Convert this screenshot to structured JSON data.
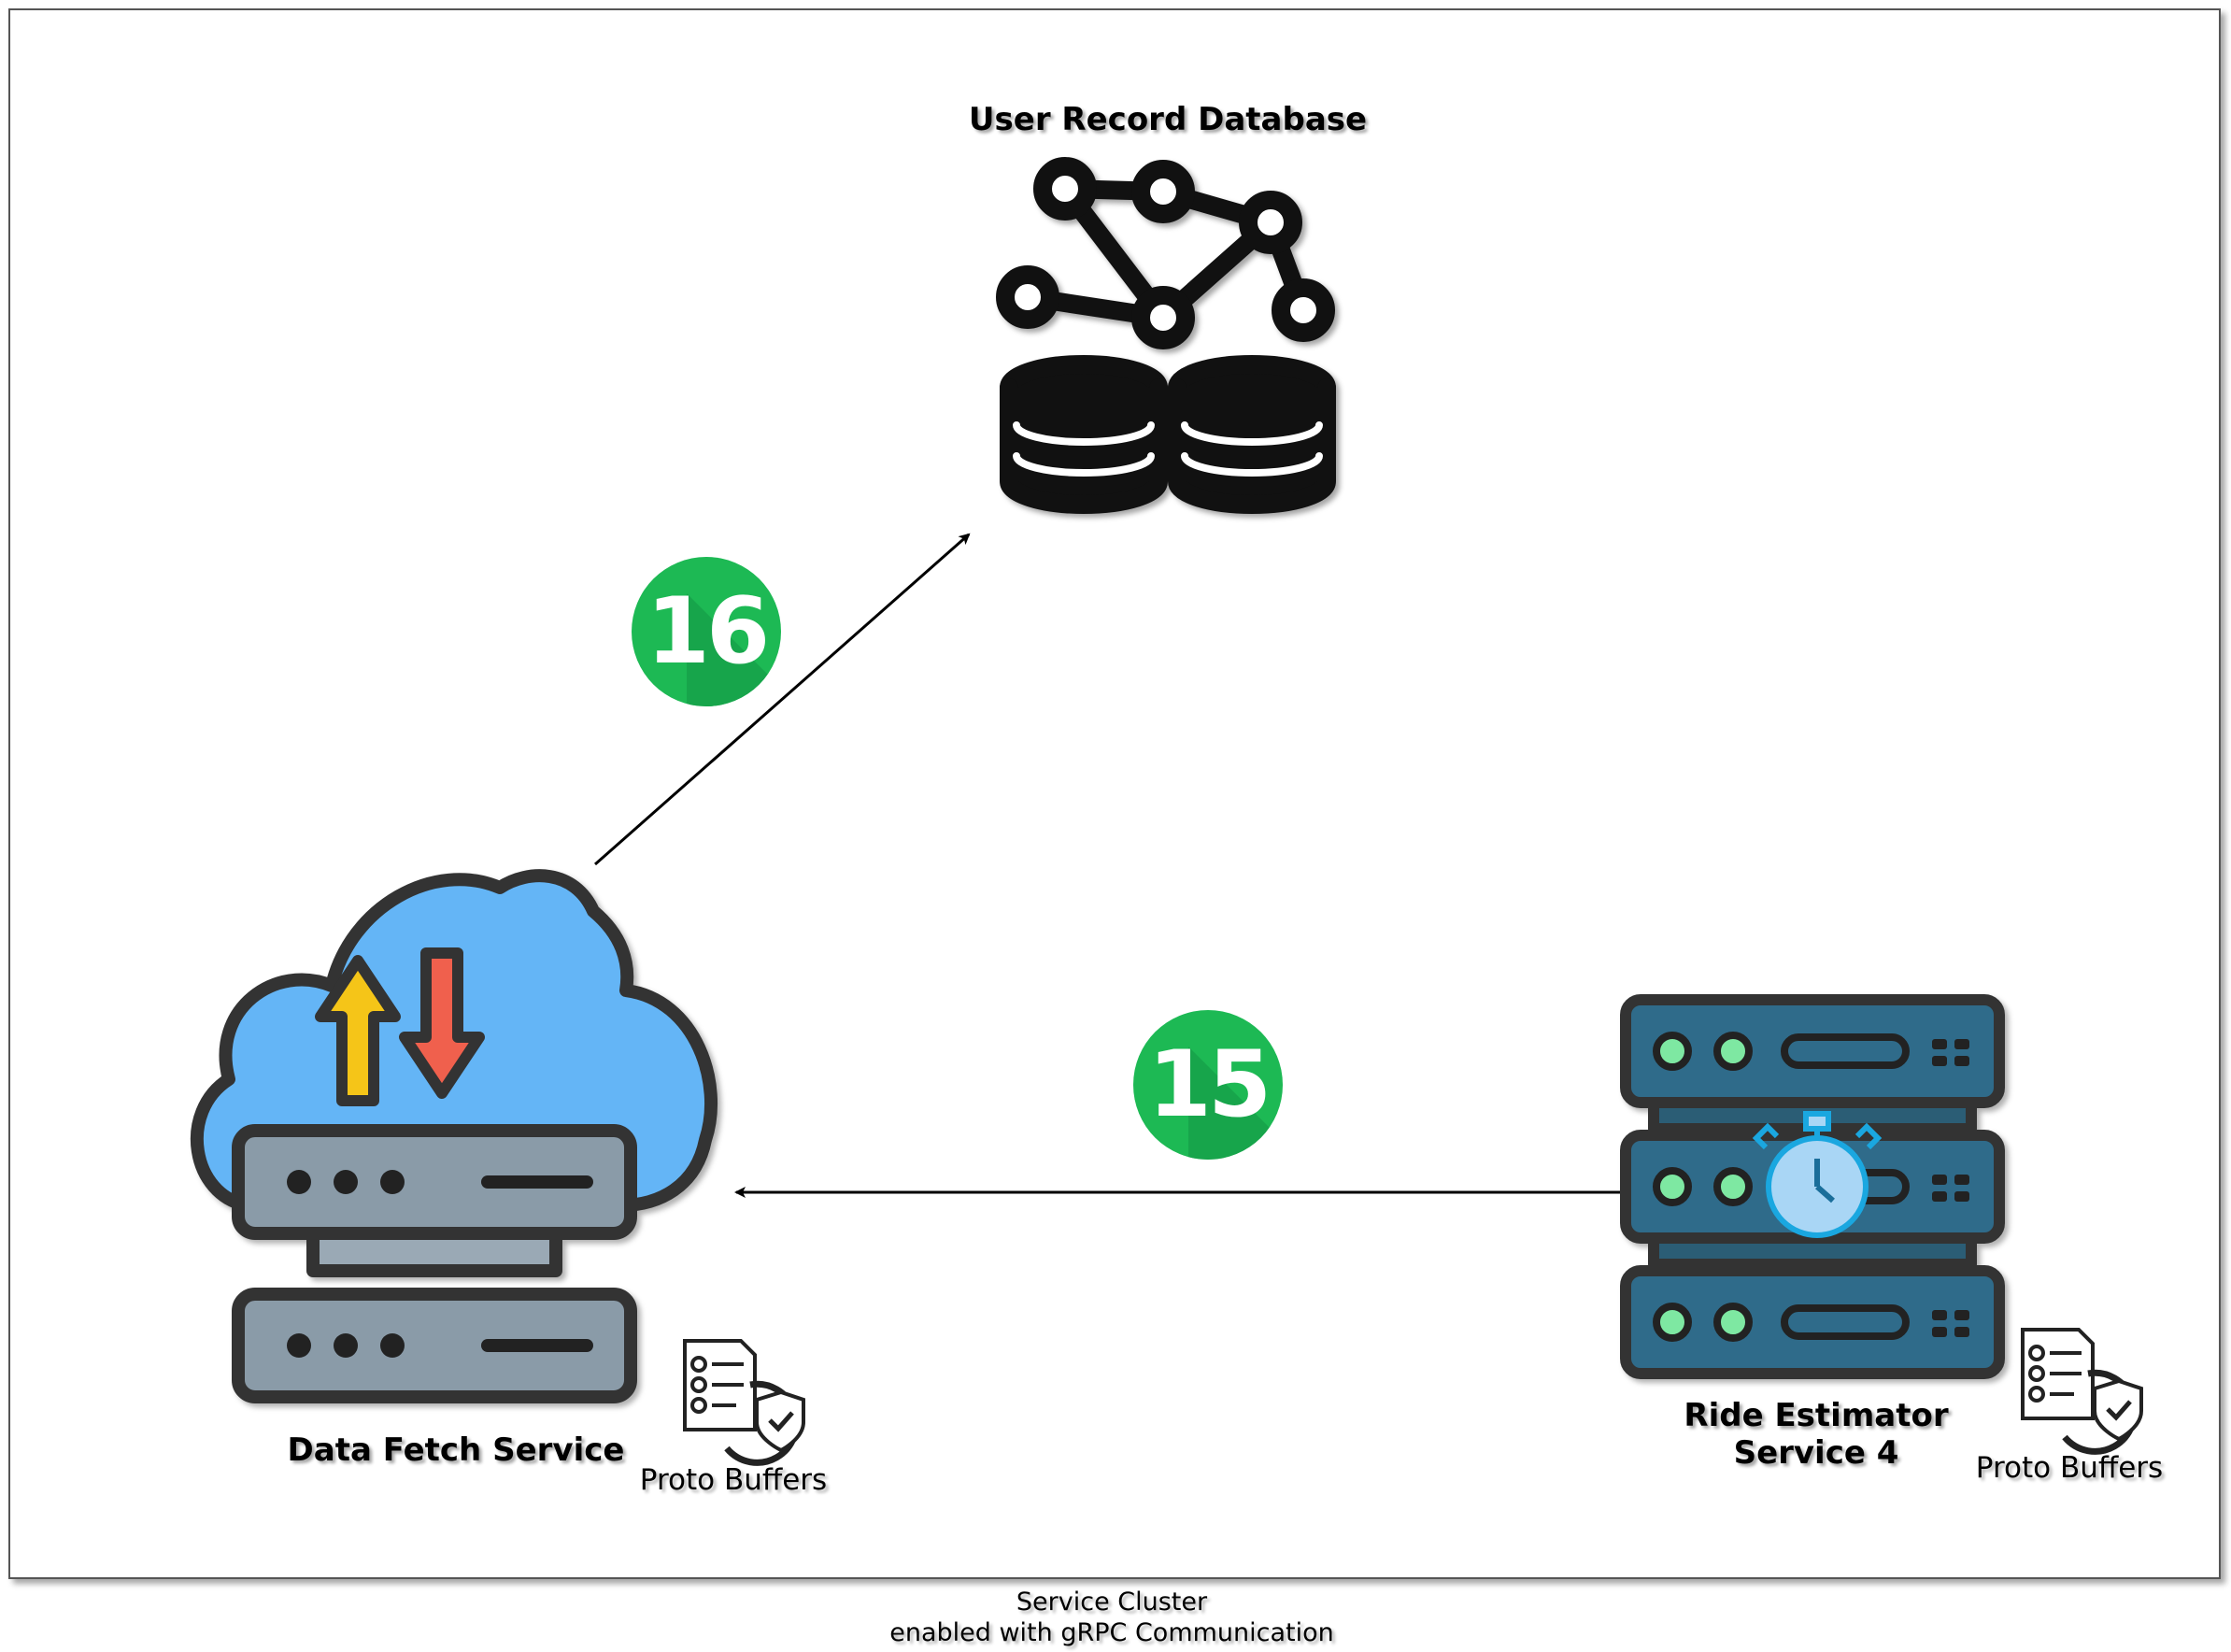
{
  "diagram": {
    "nodes": {
      "database": {
        "label": "User Record Database",
        "icon": "graph-database-icon"
      },
      "data_fetch": {
        "label": "Data Fetch Service",
        "icon": "cloud-server-icon",
        "badge": "Proto Buffers"
      },
      "ride_estimator": {
        "label_line1": "Ride Estimator",
        "label_line2": "Service 4",
        "icon": "server-rack-stopwatch-icon",
        "badge": "Proto Buffers"
      }
    },
    "edges": [
      {
        "step": "15",
        "from": "Ride Estimator Service 4",
        "to": "Data Fetch Service"
      },
      {
        "step": "16",
        "from": "Data Fetch Service",
        "to": "User Record Database"
      }
    ],
    "container": {
      "caption_line1": "Service Cluster",
      "caption_line2": "enabled with gRPC Communication"
    },
    "colors": {
      "step_badge": "#1db954",
      "cloud": "#64b5f6",
      "server_gray": "#8a9ba8",
      "rack_blue": "#2f6b8a",
      "led_green": "#7ee8a2",
      "arrow_up": "#f5c518",
      "arrow_down": "#f0604d"
    }
  }
}
